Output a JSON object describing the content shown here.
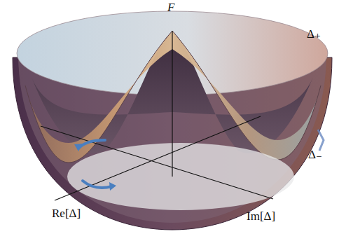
{
  "diagram": {
    "labels": [
      "F",
      "Δ₊",
      "Δ₋",
      "Re[Δ]",
      "Im[Δ]"
    ]
  }
}
